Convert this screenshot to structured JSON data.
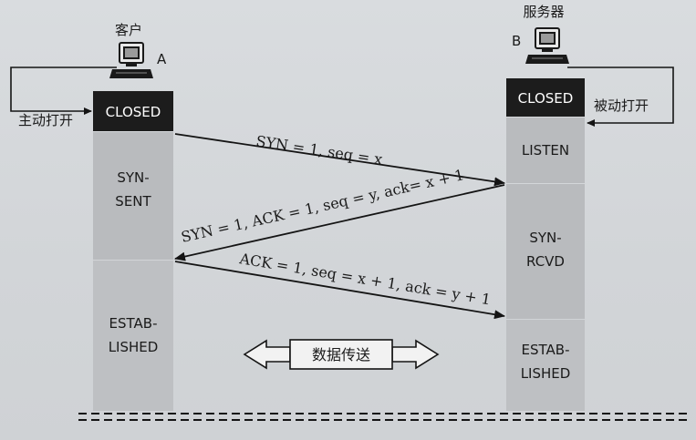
{
  "client": {
    "label": "客户",
    "letter": "A",
    "states": {
      "closed": "CLOSED",
      "syn_sent_line1": "SYN-",
      "syn_sent_line2": "SENT",
      "established_line1": "ESTAB-",
      "established_line2": "LISHED"
    },
    "open_label": "主动打开"
  },
  "server": {
    "label": "服务器",
    "letter": "B",
    "states": {
      "closed": "CLOSED",
      "listen": "LISTEN",
      "syn_rcvd_line1": "SYN-",
      "syn_rcvd_line2": "RCVD",
      "established_line1": "ESTAB-",
      "established_line2": "LISHED"
    },
    "open_label": "被动打开"
  },
  "messages": {
    "syn": "SYN = 1, seq = x",
    "syn_ack": "SYN = 1, ACK = 1, seq = y, ack= x + 1",
    "ack": "ACK = 1, seq = x + 1, ack = y + 1"
  },
  "data_transfer_label": "数据传送",
  "colors": {
    "closed_box": "#1c1c1c",
    "state_box": "#b9bbbe",
    "line": "#141414"
  }
}
